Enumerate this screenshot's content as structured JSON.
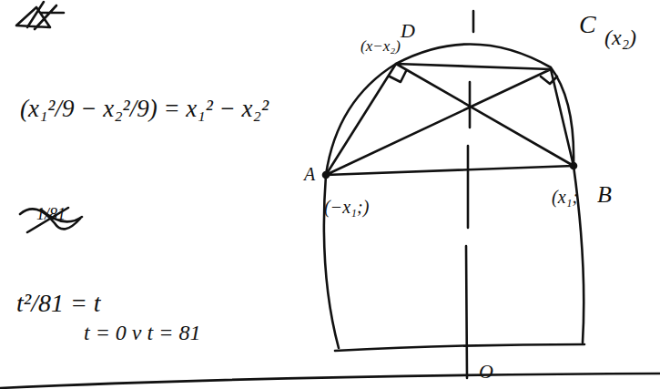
{
  "diagram": {
    "labels": [
      "(x₁²/9 − x₂²/9) = x₁² − x₂²",
      "1/81",
      "t²/81 = t",
      "t = 0 v t = 81",
      "D",
      "(x−x₂)",
      "C",
      "(x₂)",
      "A",
      "(−x₁;)",
      "(x₁;",
      "B",
      "O"
    ]
  }
}
